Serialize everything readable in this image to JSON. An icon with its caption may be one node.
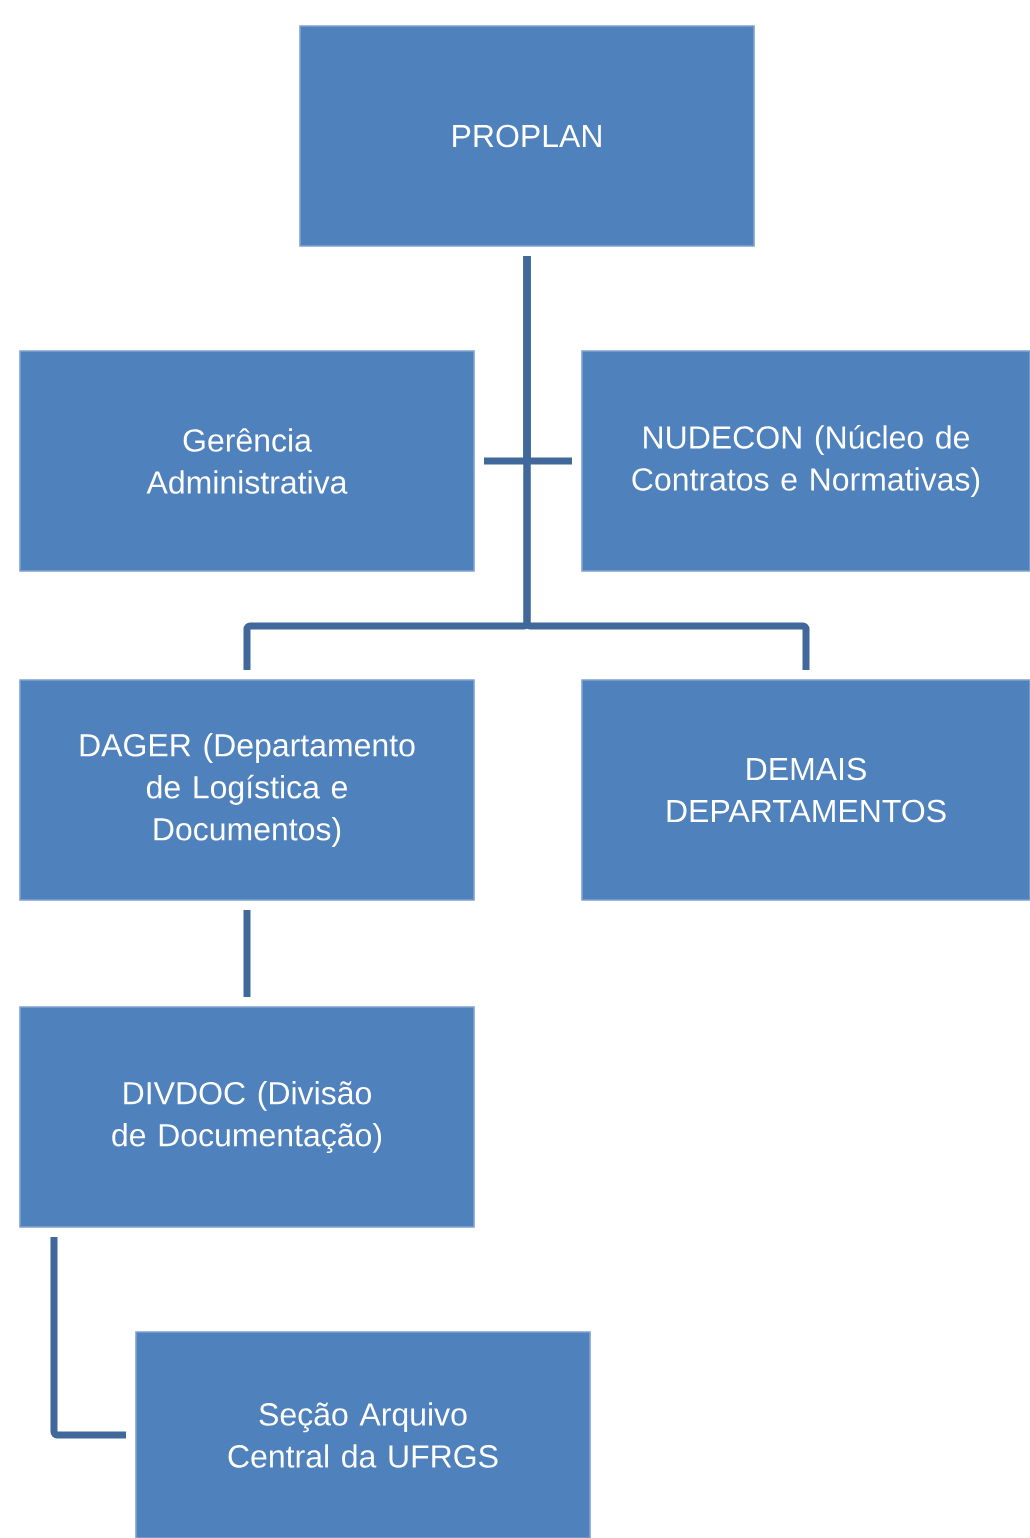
{
  "diagram": {
    "nodes": [
      {
        "text": [
          "PROPLAN"
        ]
      },
      {
        "text": [
          "Gerência Administrativa"
        ]
      },
      {
        "text": [
          "NUDECON (Núcleo de Contratos e Normativas)"
        ]
      },
      {
        "text": [
          "DAGER (Departamento de Logística e Documentos)"
        ]
      },
      {
        "text": [
          "DEMAIS DEPARTAMENTOS"
        ]
      },
      {
        "text": [
          "DIVDOC (Divisão de Documentação)"
        ]
      },
      {
        "text": [
          "Seção Arquivo Central da UFRGS"
        ]
      }
    ],
    "edges": [
      {
        "from": 0,
        "to": 1,
        "arrow": "none"
      },
      {
        "from": 0,
        "to": 2,
        "arrow": "none"
      },
      {
        "from": 0,
        "to": 3,
        "arrow": "none"
      },
      {
        "from": 0,
        "to": 4,
        "arrow": "none"
      },
      {
        "from": 3,
        "to": 5,
        "arrow": "none"
      },
      {
        "from": 5,
        "to": 6,
        "arrow": "none"
      }
    ]
  }
}
